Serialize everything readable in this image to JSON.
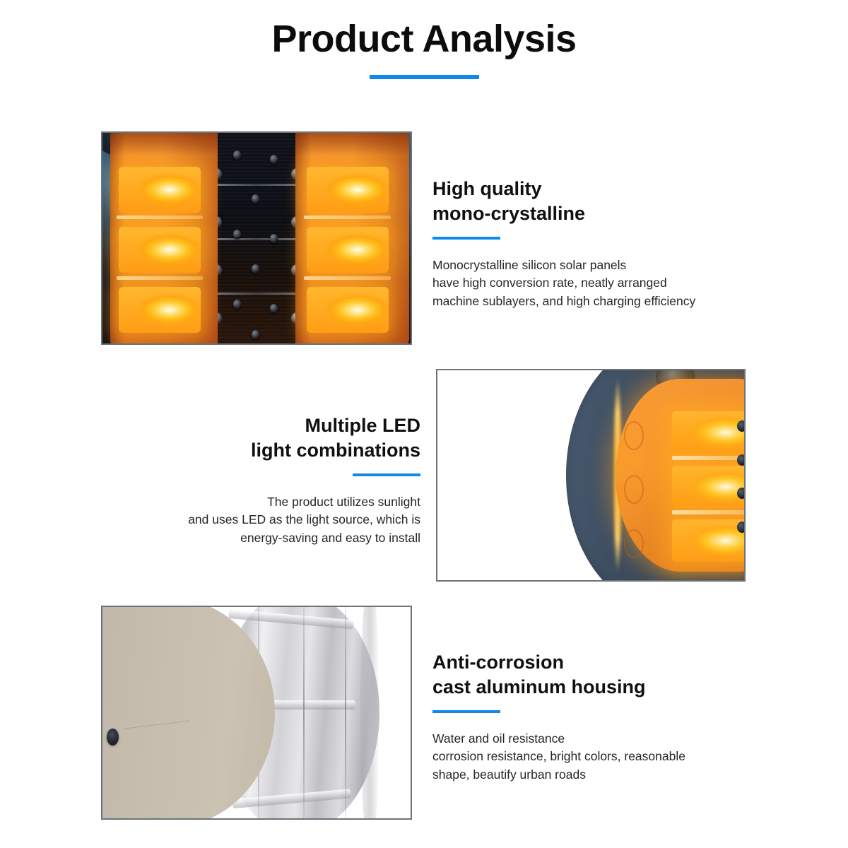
{
  "header": {
    "title": "Product Analysis",
    "accent_color": "#1189e8"
  },
  "sections": [
    {
      "id": "solar-panel",
      "heading": "High quality\nmono-crystalline",
      "body": "Monocrystalline silicon solar panels\nhave high conversion rate, neatly arranged\nmachine sublayers, and high charging efficiency",
      "image_alt": "Close-up of solar road stud showing monocrystalline solar panel between two amber LED lens arrays",
      "text_align": "left"
    },
    {
      "id": "led-lights",
      "heading": "Multiple LED\nlight combinations",
      "body": "The product utilizes sunlight\nand uses LED as the light source, which is\nenergy-saving and easy to install",
      "image_alt": "Close-up of illuminated amber LED module on dark navy road stud body",
      "text_align": "right"
    },
    {
      "id": "aluminum-housing",
      "heading": "Anti-corrosion\ncast aluminum housing",
      "body": "Water and oil resistance\ncorrosion resistance, bright colors, reasonable\nshape, beautify urban roads",
      "image_alt": "Close-up of brushed cast aluminum housing with beige top surface and small mounting hole",
      "text_align": "left"
    }
  ],
  "colors": {
    "accent_blue": "#1189e8",
    "heading_black": "#101010",
    "body_gray": "#262626",
    "photo_border": "#6d7378",
    "amber_led": "#ffa813",
    "solar_dark": "#10131a",
    "body_navy": "#3d4e61",
    "aluminum_silver": "#d2d2d6",
    "housing_beige": "#c6bdae"
  }
}
